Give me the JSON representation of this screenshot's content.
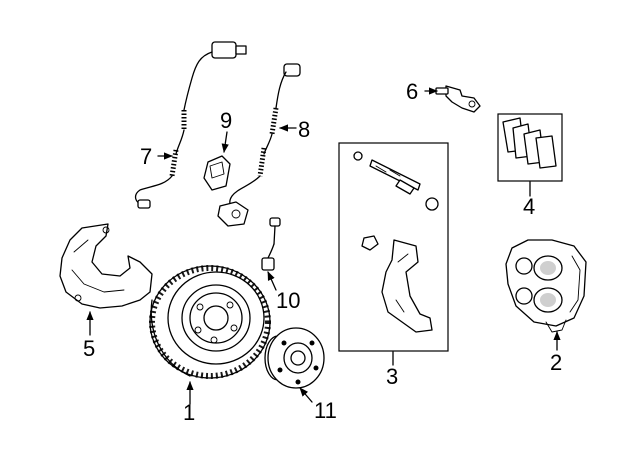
{
  "callouts": {
    "c1": "1",
    "c2": "2",
    "c3": "3",
    "c4": "4",
    "c5": "5",
    "c6": "6",
    "c7": "7",
    "c8": "8",
    "c9": "9",
    "c10": "10",
    "c11": "11"
  },
  "colors": {
    "line": "#000000",
    "background": "#ffffff",
    "shade": "#cfcfcf"
  }
}
